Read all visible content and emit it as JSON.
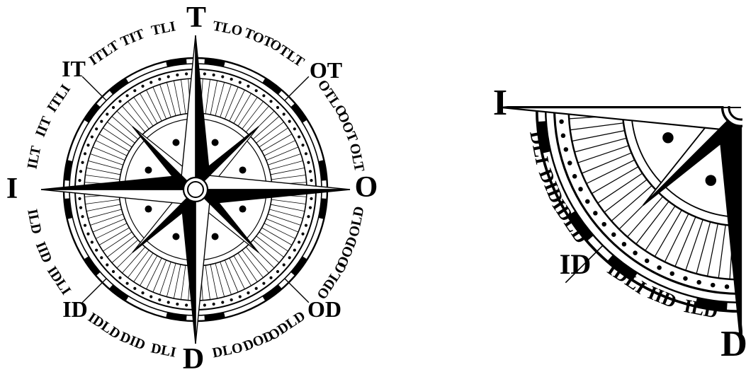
{
  "colors": {
    "ink": "#000000",
    "paper": "#ffffff"
  },
  "full_rose": {
    "cardinals": {
      "north": "T",
      "east": "O",
      "south": "D",
      "west": "I"
    },
    "intercardinals": {
      "ne": "OT",
      "se": "OD",
      "sw": "ID",
      "nw": "IT"
    },
    "minor_points": {
      "north_to_east": [
        "TLO",
        "TOT",
        "OTLT",
        "OTLO",
        "OOT",
        "OLT"
      ],
      "east_to_south": [
        "OLD",
        "OOD",
        "ODLO",
        "ODLD",
        "DOD",
        "DLO"
      ],
      "south_to_west": [
        "DLI",
        "DID",
        "IDLD",
        "IDLI",
        "IID",
        "ILD"
      ],
      "west_to_north": [
        "ILT",
        "IIT",
        "ITLI",
        "ITLT",
        "TIT",
        "TLI"
      ]
    }
  },
  "detail_quadrant": {
    "cardinals": {
      "west": "I",
      "south": "D"
    },
    "intercardinal": "ID",
    "minor_points": [
      "ILD",
      "IID",
      "IDLI",
      "IDLD",
      "DID",
      "DLI"
    ]
  }
}
